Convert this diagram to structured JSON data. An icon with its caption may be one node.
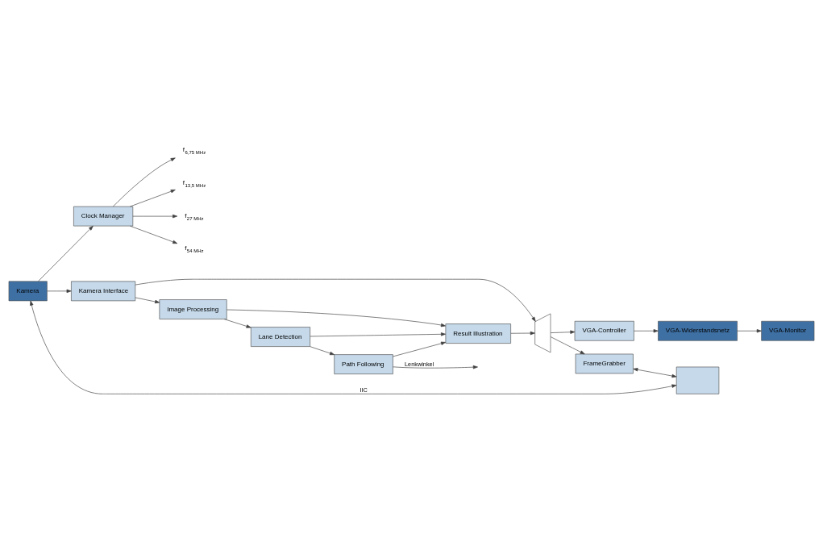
{
  "diagram": {
    "nodes": [
      {
        "text": [
          "Kamera"
        ]
      },
      {
        "text": [
          "Clock Manager"
        ]
      },
      {
        "text": [
          "Kamera Interface"
        ]
      },
      {
        "text": [],
        "shape": "trapezoid"
      },
      {
        "text": [
          "VGA-Controller"
        ]
      },
      {
        "text": [
          "VGA-Widerstandsnetz"
        ]
      },
      {
        "text": [
          "VGA-Monitor"
        ]
      },
      {
        "text": [
          "Image Processing"
        ]
      },
      {
        "text": [
          "FrameGrabber"
        ]
      },
      {
        "text": [
          "Result Illustration"
        ]
      },
      {
        "text": [
          "Lane Detection"
        ]
      },
      {
        "text": [
          "Path Following"
        ]
      },
      {
        "text": [],
        "shape": "box"
      },
      {
        "text": [
          "f$_{6,75 MHz}$"
        ]
      },
      {
        "text": [
          "f$_{13,5 MHz}$"
        ]
      },
      {
        "text": [
          "f$_{27 MHz}$"
        ]
      },
      {
        "text": [
          "f$_{54 MHz}$"
        ]
      }
    ],
    "edges": [
      {
        "from": 0,
        "to": 1,
        "arrow": "to"
      },
      {
        "from": 0,
        "to": 2,
        "arrow": "to"
      },
      {
        "from": 1,
        "to": 13,
        "arrow": "to"
      },
      {
        "from": 1,
        "to": 14,
        "arrow": "to"
      },
      {
        "from": 1,
        "to": 15,
        "arrow": "to"
      },
      {
        "from": 1,
        "to": 16,
        "arrow": "to"
      },
      {
        "from": 2,
        "to": 3,
        "arrow": "to"
      },
      {
        "from": 3,
        "to": 4,
        "arrow": "to"
      },
      {
        "from": 4,
        "to": 5,
        "arrow": "to"
      },
      {
        "from": 5,
        "to": 6,
        "arrow": "to"
      },
      {
        "from": 3,
        "to": 8,
        "arrow": "to"
      },
      {
        "from": 2,
        "to": 7,
        "arrow": "to"
      },
      {
        "from": 7,
        "to": 10,
        "arrow": "to"
      },
      {
        "from": 10,
        "to": 11,
        "arrow": "to"
      },
      {
        "from": 7,
        "to": 9,
        "arrow": "to"
      },
      {
        "from": 10,
        "to": 9,
        "arrow": "to"
      },
      {
        "from": 11,
        "to": 9,
        "arrow": "to"
      },
      {
        "from": 9,
        "to": 3,
        "arrow": "to"
      },
      {
        "from": 8,
        "to": 12,
        "arrow": "both"
      },
      {
        "from": 12,
        "to": 0,
        "arrow": "both",
        "label": "IIC"
      },
      {
        "from": 11,
        "to": null,
        "arrow": "to",
        "label": "Lenkwinkel"
      }
    ]
  }
}
